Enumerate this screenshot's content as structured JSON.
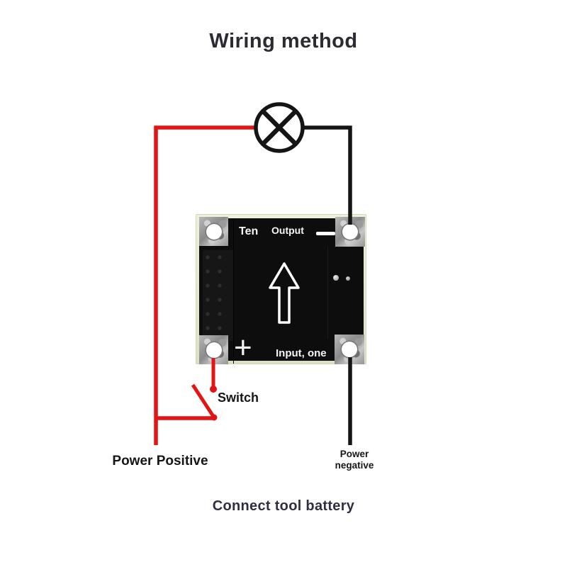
{
  "title": "Wiring method",
  "footer_caption": "Connect tool battery",
  "annotations": {
    "switch_label": "Switch",
    "power_positive_label": "Power Positive",
    "power_negative_line1": "Power",
    "power_negative_line2": "negative"
  },
  "pcb": {
    "silkscreen_top_left": "Ten",
    "silkscreen_top_center": "Output",
    "silkscreen_minus_symbol": "-",
    "silkscreen_plus_symbol": "+",
    "silkscreen_bottom_center": "Input, one"
  },
  "colors": {
    "positive_wire": "#e31414",
    "negative_wire": "#151515",
    "board_soldermask": "#0d0d0d",
    "board_edge": "#e4e7d0",
    "silkscreen": "#ffffff",
    "title_text": "#2d2b31",
    "caption_text": "#332d42"
  }
}
